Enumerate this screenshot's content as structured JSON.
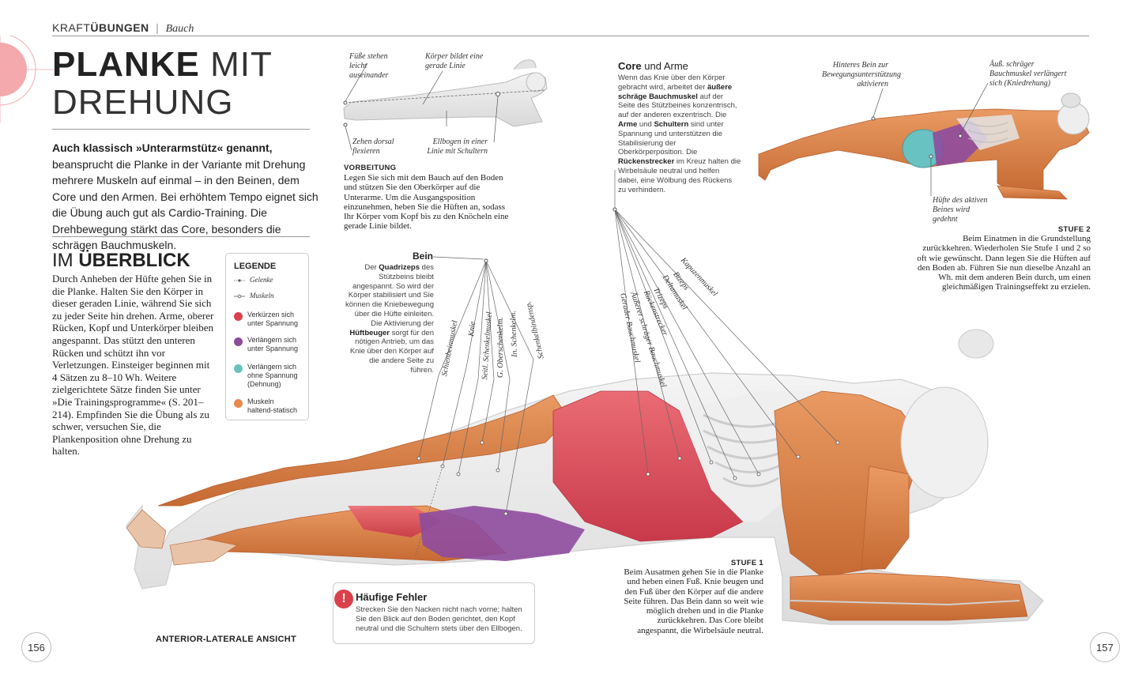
{
  "header": {
    "section_light": "KRAFT",
    "section_bold": "ÜBUNGEN",
    "separator": "|",
    "category": "Bauch"
  },
  "title": {
    "line1_bold": "PLANKE",
    "line1_light": " MIT",
    "line2": "DREHUNG"
  },
  "intro": {
    "lead_bold": "Auch klassisch »Unterarmstütz« genannt,",
    "text": " beansprucht die Planke in der Variante mit Drehung mehrere Muskeln auf einmal – in den Beinen, dem Core und den Armen. Bei erhöhtem Tempo eignet sich die Übung auch gut als Cardio-Training. Die Drehbewegung stärkt das Core, besonders die schrägen Bauchmuskeln."
  },
  "overview": {
    "title_light": "IM ",
    "title_bold": "ÜBERBLICK",
    "text": "Durch Anheben der Hüfte gehen Sie in die Planke. Halten Sie den Körper in dieser geraden Linie, während Sie sich zu jeder Seite hin drehen. Arme, oberer Rücken, Kopf und Unterkörper bleiben angespannt. Das stützt den unteren Rücken und schützt ihn vor Verletzungen. Einsteiger beginnen mit 4 Sätzen zu 8–10 Wh. Weitere zielgerichtete Sätze finden Sie unter »Die Trainingsprogramme« (S. 201–214). Empfinden Sie die Übung als zu schwer, versuchen Sie, die Plankenposition ohne Drehung zu halten."
  },
  "legend": {
    "title": "LEGENDE",
    "joints": "Gelenke",
    "muscles": "Muskeln",
    "items": [
      {
        "label": "Verkürzen sich unter Spannung",
        "color": "#d9414b"
      },
      {
        "label": "Verlängern sich unter Spannung",
        "color": "#8e4b9e"
      },
      {
        "label": "Verlängern sich ohne Spannung (Dehnung)",
        "color": "#69c2c2"
      },
      {
        "label": "Muskeln haltend-statisch",
        "color": "#e8894a"
      }
    ]
  },
  "prep": {
    "label_feet": "Füße stehen leicht auseinander",
    "label_body": "Körper bildet eine gerade Linie",
    "label_toes": "Zehen dorsal flexieren",
    "label_elbows": "Ellbogen in einer Linie mit Schultern",
    "heading": "VORBEITUNG",
    "text": "Legen Sie sich mit dem Bauch auf den Boden und stützen Sie den Oberkörper auf die Unterarme. Um die Ausgangsposition einzunehmen, heben Sie die Hüften an, sodass Ihr Körper vom Kopf bis zu den Knöcheln eine gerade Linie bildet."
  },
  "core": {
    "title_bold": "Core",
    "title_rest": " und Arme",
    "t1": "Wenn das Knie über den Körper gebracht wird, arbeitet der ",
    "b1": "äußere schräge Bauchmuskel",
    "t2": " auf der Seite des Stützbeines konzentrisch, auf der anderen exzentrisch. Die ",
    "b2": "Arme",
    "t3": " und ",
    "b3": "Schultern",
    "t4": " sind unter Spannung und unterstützen die Stabilisierung der Oberkörperposition. Die ",
    "b4": "Rückenstrecker",
    "t5": " im Kreuz halten die Wirbelsäule neutral und helfen dabei, eine Wölbung des Rückens zu verhindern."
  },
  "stage2": {
    "label_back_leg": "Hinteres Bein zur Bewegungsunterstützung aktivieren",
    "label_oblique": "Äuß. schräger Bauchmuskel verlängert sich (Kniedrehung)",
    "label_hip": "Hüfte des aktiven Beines wird gedehnt",
    "heading": "STUFE 2",
    "text": "Beim Einatmen in die Grundstellung zurückkehren. Wiederholen Sie Stufe 1 und 2 so oft wie gewünscht. Dann legen Sie die Hüften auf den Boden ab. Führen Sie nun dieselbe Anzahl an Wh. mit dem anderen Bein durch, um einen gleichmäßigen Trainingseffekt zu erzielen."
  },
  "leg": {
    "title": "Bein",
    "t1": "Der ",
    "b1": "Quadrizeps",
    "t2": " des Stützbeins bleibt angespannt. So wird der Körper stabilisiert und Sie können die Kniebewegung über die Hüfte einleiten. Die Aktivierung der ",
    "b2": "Hüftbeuger",
    "t3": " sorgt für den nötigen Antrieb, um das Knie über den Körper auf die andere Seite zu führen."
  },
  "leg_labels": [
    "Schienbeinmuskel",
    "Knie",
    "Seitl. Schenkelmuskel",
    "G. Oberschenkelm.",
    "In. Schenkelm.",
    "Schenkelbindensp."
  ],
  "arm_labels": [
    "Gerader Bauchmuskel",
    "Äußerer schräger Bauchmuskel",
    "Rückenstrecker",
    "Trizeps",
    "Deltamuskel",
    "Bizeps",
    "Kapuzenmuskel"
  ],
  "stage1": {
    "heading": "STUFE 1",
    "text": "Beim Ausatmen gehen Sie in die Planke und heben einen Fuß. Knie beugen und den Fuß über den Körper auf die andere Seite führen. Das Bein dann so weit wie möglich drehen und in die Planke zurückkehren. Das Core bleibt angespannt, die Wirbelsäule neutral."
  },
  "error": {
    "icon": "!",
    "title": "Häufige Fehler",
    "text": "Strecken Sie den Nacken nicht nach vorne; halten Sie den Blick auf den Boden gerichtet, den Kopf neutral und die Schultern stets über den Ellbogen."
  },
  "view_label": "ANTERIOR-LATERALE ANSICHT",
  "page_left": "156",
  "page_right": "157",
  "colors": {
    "accent_pink": "#f4a9ad",
    "muscle_orange": "#d9783f",
    "muscle_red": "#d9414b",
    "muscle_purple": "#8e4b9e",
    "muscle_teal": "#69c2c2"
  }
}
